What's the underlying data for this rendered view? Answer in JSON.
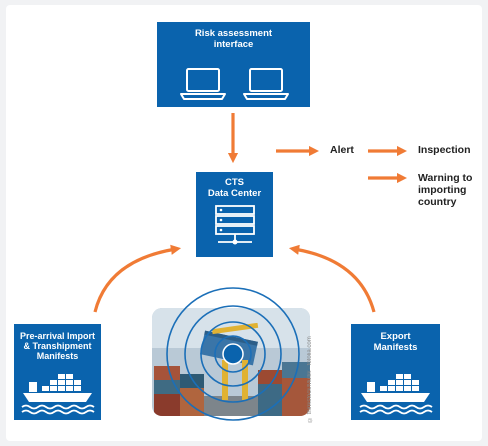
{
  "diagram": {
    "nodes": {
      "risk": {
        "label_line1": "Risk assessment",
        "label_line2": "interface",
        "icon": "laptop-icon"
      },
      "cts": {
        "label_line1": "CTS",
        "label_line2": "Data Center",
        "icon": "server-icon"
      },
      "import": {
        "label_line1": "Pre-arrival Import",
        "label_line2": "& Transhipment",
        "label_line3": "Manifests",
        "icon": "cargo-ship-icon"
      },
      "export": {
        "label_line1": "Export",
        "label_line2": "Manifests",
        "icon": "cargo-ship-icon"
      }
    },
    "outputs": {
      "alert": "Alert",
      "inspection": "Inspection",
      "warning_line1": "Warning to",
      "warning_line2": "importing",
      "warning_line3": "country"
    },
    "photo": {
      "credit": "© thinkstock/Mullik · fotolia.com"
    },
    "colors": {
      "box": "#0a63ad",
      "arrow": "#f07b35",
      "text": "#222222"
    }
  }
}
